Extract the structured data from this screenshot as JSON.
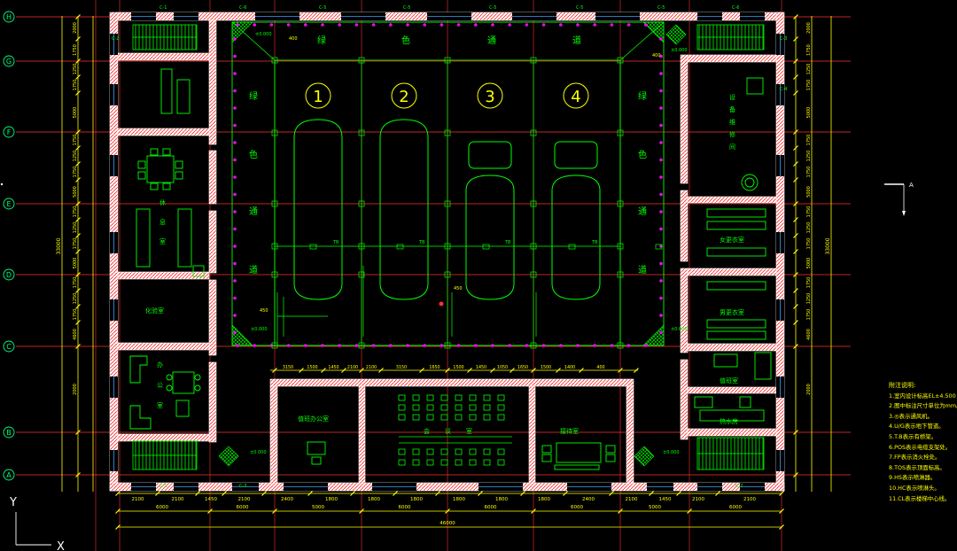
{
  "axes": {
    "rows": [
      "H",
      "G",
      "F",
      "E",
      "D",
      "C",
      "B",
      "A"
    ]
  },
  "dims": {
    "bottom_segments": [
      "2100",
      "2100",
      "1450",
      "2100",
      "2400",
      "1800",
      "1800",
      "1800",
      "1800",
      "1800",
      "1800",
      "2400",
      "2100",
      "1450",
      "2100",
      "2100"
    ],
    "bottom_totals": [
      "6000",
      "5000",
      "6000",
      "6000",
      "6000",
      "5000",
      "6000"
    ],
    "overall": "46000",
    "left_segments": [
      "2000",
      "1750",
      "1250",
      "1750",
      "5000",
      "1750",
      "1250",
      "1750",
      "5000",
      "1750",
      "1250",
      "1750",
      "5000",
      "1750",
      "1250",
      "1750",
      "4600",
      "2000"
    ],
    "left_total": "33000",
    "right_total": "33000",
    "top_inner": [
      "400",
      "400"
    ],
    "mid_row": [
      "3150",
      "1500",
      "1450",
      "2100",
      "2100",
      "3150",
      "1650",
      "1500",
      "1450",
      "1050",
      "1650",
      "1500",
      "1400",
      "400"
    ],
    "annot_450": "450"
  },
  "labels": {
    "green_road_top": [
      "绿",
      "色",
      "通",
      "道"
    ],
    "green_road_left": [
      "绿",
      "色",
      "通",
      "道"
    ],
    "green_road_right": [
      "绿",
      "色",
      "通",
      "道"
    ],
    "tanks": [
      "1",
      "2",
      "3",
      "4"
    ],
    "room_lounge": [
      "休",
      "息",
      "室"
    ],
    "room_lab": "化验室",
    "room_office": [
      "办",
      "公",
      "室"
    ],
    "room_meeting": [
      "会",
      "议",
      "室"
    ],
    "room_reception": "接待室",
    "room_site_office": "值班办公室",
    "room_equipment": [
      "设",
      "备",
      "维",
      "修",
      "间"
    ],
    "room_men_locker": "女更衣室",
    "room_women_locker": "男更衣室",
    "room_duty": "值班室",
    "room_boiler": "热水房",
    "elevations": [
      "±0.000",
      "±0.000",
      "±0.000",
      "±0.000",
      "±0.000",
      "±0.000"
    ],
    "pipe_label": "TB",
    "section_mark": "A",
    "window_tags": [
      "C-1",
      "C-6",
      "C-5",
      "C-5",
      "C-5",
      "C-5",
      "C-5",
      "C-6",
      "C-1",
      "C-3",
      "C-2",
      "C-2",
      "C-3",
      "C-4"
    ],
    "ucs_y": "Y",
    "ucs_x": "X"
  },
  "notes": {
    "title": "附注说明:",
    "items": [
      "1.室内设计标高EL±4.500",
      "2.图中标注尺寸单位为mm。",
      "3.◎表示通风机。",
      "4.U/G表示地下管道。",
      "5.T.B表示有桥架。",
      "6.POS表示电缆支架处。",
      "7.FP表示消火栓处。",
      "8.TOS表示顶面标高。",
      "9.HS表示喷淋器。",
      "10.HC表示喷淋头。",
      "11.CL表示楼梯中心线。"
    ]
  },
  "colors": {
    "wall": "#ffffff",
    "wall_hatch": "#ff2d2d",
    "axis": "#ff3030",
    "dim": "#ffff00",
    "equipment": "#00ff00",
    "bubble": "#00ff7f",
    "column_dot": "#ff00ff",
    "ucs": "#ffffff"
  }
}
